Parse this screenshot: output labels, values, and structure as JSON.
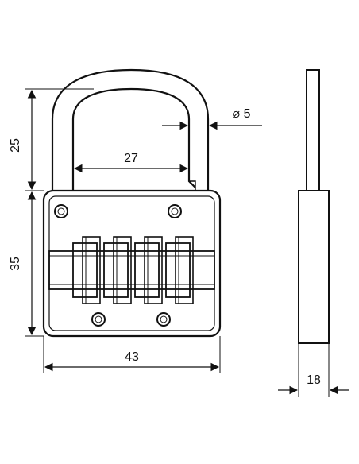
{
  "dimensions": {
    "shackle_height": "25",
    "shackle_inner_width": "27",
    "shackle_diameter": "⌀ 5",
    "body_height": "35",
    "body_width": "43",
    "depth": "18"
  },
  "colors": {
    "stroke": "#111111",
    "background": "#ffffff"
  }
}
